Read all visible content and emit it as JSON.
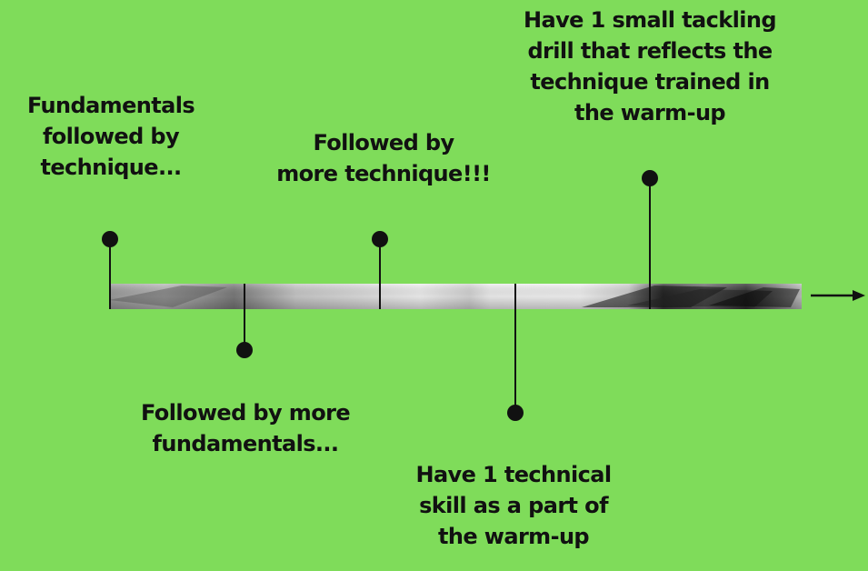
{
  "colors": {
    "background": "#7fdc5a",
    "ink": "#111111",
    "strip_light": "#e8e8e8",
    "strip_dark": "#2a2a2a"
  },
  "milestones": [
    {
      "text": "Fundamentals\nfollowed by\ntechnique...",
      "side": "above"
    },
    {
      "text": "Followed by more\nfundamentals...",
      "side": "below"
    },
    {
      "text": "Followed by\nmore technique!!!",
      "side": "above"
    },
    {
      "text": "Have 1 technical\nskill as a part of\nthe warm-up",
      "side": "below"
    },
    {
      "text": "Have 1 small tackling\ndrill that reflects the\ntechnique trained in\nthe warm-up",
      "side": "above"
    }
  ],
  "arrow_icon": "arrow-right-icon"
}
